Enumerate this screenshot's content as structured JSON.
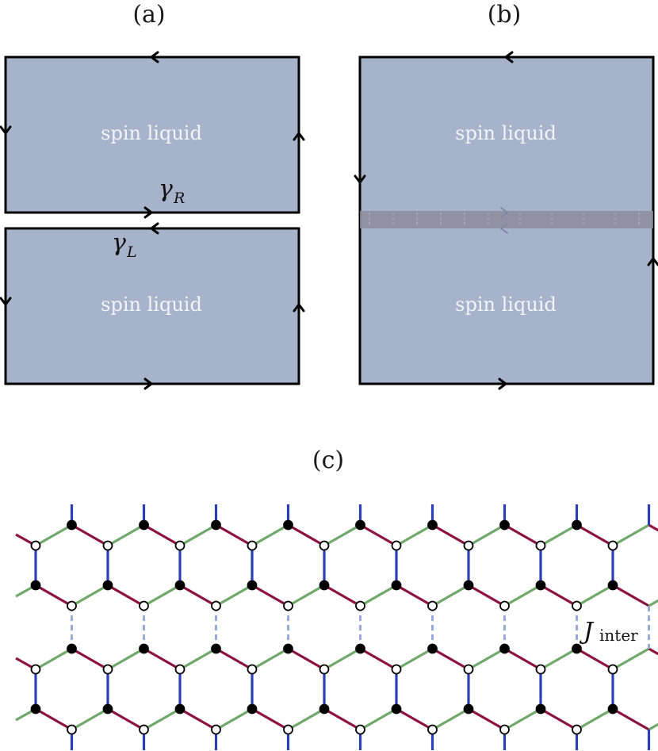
{
  "panels": {
    "a": {
      "label": "(a)",
      "top_region": "spin liquid",
      "bottom_region": "spin liquid",
      "edge_mode_right": {
        "symbol": "γ",
        "subscript": "R"
      },
      "edge_mode_left": {
        "symbol": "γ",
        "subscript": "L"
      }
    },
    "b": {
      "label": "(b)",
      "top_region": "spin liquid",
      "bottom_region": "spin liquid"
    },
    "c": {
      "label": "(c)",
      "coupling": {
        "symbol": "J",
        "subscript": "inter"
      }
    }
  },
  "colors": {
    "region_fill": "#a6b3cb",
    "interface_strip": "#8c8c9e",
    "bond_x": "#6fa86a",
    "bond_y": "#8e1240",
    "bond_z": "#2a3fb8",
    "inter_bond": "#98a8d8",
    "site_filled": "#000000",
    "site_open": "#ffffff"
  }
}
